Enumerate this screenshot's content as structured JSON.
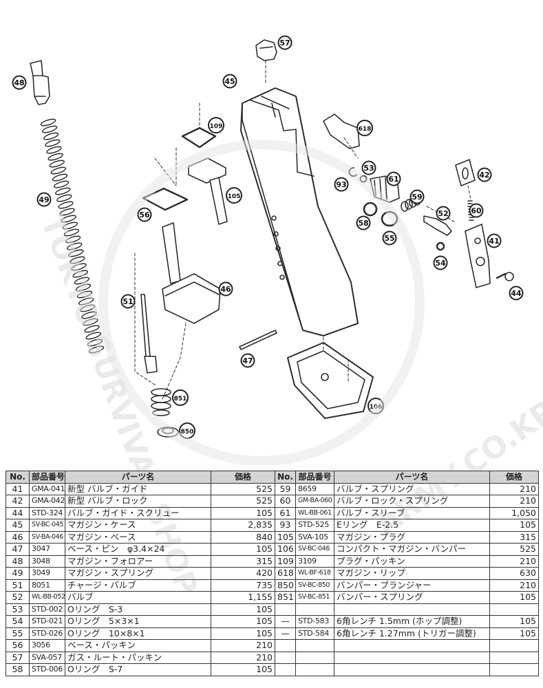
{
  "callouts": [
    {
      "id": "48",
      "text": "48"
    },
    {
      "id": "49",
      "text": "49"
    },
    {
      "id": "45",
      "text": "45"
    },
    {
      "id": "57",
      "text": "57"
    },
    {
      "id": "109",
      "text": "109"
    },
    {
      "id": "105",
      "text": "105"
    },
    {
      "id": "56",
      "text": "56"
    },
    {
      "id": "46",
      "text": "46"
    },
    {
      "id": "51",
      "text": "51"
    },
    {
      "id": "851",
      "text": "851"
    },
    {
      "id": "850",
      "text": "850"
    },
    {
      "id": "47",
      "text": "47"
    },
    {
      "id": "106",
      "text": "106"
    },
    {
      "id": "618",
      "text": "618"
    },
    {
      "id": "93",
      "text": "93"
    },
    {
      "id": "53",
      "text": "53"
    },
    {
      "id": "61",
      "text": "61"
    },
    {
      "id": "58",
      "text": "58"
    },
    {
      "id": "55",
      "text": "55"
    },
    {
      "id": "59",
      "text": "59"
    },
    {
      "id": "52",
      "text": "52"
    },
    {
      "id": "54",
      "text": "54"
    },
    {
      "id": "42",
      "text": "42"
    },
    {
      "id": "60",
      "text": "60"
    },
    {
      "id": "41",
      "text": "41"
    },
    {
      "id": "44",
      "text": "44"
    }
  ],
  "watermark": {
    "left_text": "TOKYO SURVIVAL SHOP",
    "right_text": "ARMY.CO.KR"
  },
  "table": {
    "headers": [
      "No.",
      "部品番号",
      "パーツ名",
      "価格",
      "No.",
      "部品番号",
      "パーツ名",
      "価格"
    ],
    "rows": [
      {
        "l": [
          "41",
          "GMA-041",
          "新型 バルブ・ガイド",
          "525"
        ],
        "r": [
          "59",
          "8659",
          "バルブ・スプリング",
          "210"
        ]
      },
      {
        "l": [
          "42",
          "GMA-042",
          "新型 バルブ・ロック",
          "525"
        ],
        "r": [
          "60",
          "GM-BA-060",
          "バルブ・ロック・スプリング",
          "210"
        ]
      },
      {
        "l": [
          "44",
          "STD-324",
          "バルブ・ガイド・スクリュー",
          "105"
        ],
        "r": [
          "61",
          "WL-BB-061",
          "バルブ・スリーブ",
          "1,050"
        ]
      },
      {
        "l": [
          "45",
          "SV-BC-045",
          "マガジン・ケース",
          "2,835"
        ],
        "r": [
          "93",
          "STD-525",
          "Eリング　E-2.5",
          "105"
        ]
      },
      {
        "l": [
          "46",
          "SV-BA-046",
          "マガジン・ベース",
          "840"
        ],
        "r": [
          "105",
          "SVA-105",
          "マガジン・プラグ",
          "315"
        ]
      },
      {
        "l": [
          "47",
          "3047",
          "ベース・ピン　φ3.4×24",
          "105"
        ],
        "r": [
          "106",
          "SV-BC-046",
          "コンパクト・マガジン・バンパー",
          "525"
        ]
      },
      {
        "l": [
          "48",
          "3048",
          "マガジン・フォロアー",
          "315"
        ],
        "r": [
          "109",
          "3109",
          "プラグ・パッキン",
          "210"
        ]
      },
      {
        "l": [
          "49",
          "3049",
          "マガジン・スプリング",
          "420"
        ],
        "r": [
          "618",
          "WL-BF-618",
          "マガジン・リップ",
          "630"
        ]
      },
      {
        "l": [
          "51",
          "8051",
          "チャージ・バルブ",
          "735"
        ],
        "r": [
          "850",
          "SV-BC-850",
          "バンパー・プランジャー",
          "210"
        ]
      },
      {
        "l": [
          "52",
          "WL-BB-052",
          "バルブ",
          "1,155"
        ],
        "r": [
          "851",
          "SV-BC-851",
          "バンパー・スプリング",
          "105"
        ]
      },
      {
        "l": [
          "53",
          "STD-002",
          "Oリング　S-3",
          "105"
        ],
        "r": [
          "",
          "",
          "",
          ""
        ]
      },
      {
        "l": [
          "54",
          "STD-021",
          "Oリング　5×3×1",
          "105"
        ],
        "r": [
          "—",
          "STD-583",
          "6角レンチ 1.5mm (ホップ調整)",
          "105"
        ]
      },
      {
        "l": [
          "55",
          "STD-026",
          "Oリング　10×8×1",
          "105"
        ],
        "r": [
          "—",
          "STD-584",
          "6角レンチ 1.27mm (トリガー調整)",
          "105"
        ]
      },
      {
        "l": [
          "56",
          "3056",
          "ベース・パッキン",
          "210"
        ],
        "r": [
          "",
          "",
          "",
          ""
        ]
      },
      {
        "l": [
          "57",
          "SVA-057",
          "ガス・ルート・パッキン",
          "210"
        ],
        "r": [
          "",
          "",
          "",
          ""
        ]
      },
      {
        "l": [
          "58",
          "STD-006",
          "Oリング　S-7",
          "105"
        ],
        "r": [
          "",
          "",
          "",
          ""
        ]
      }
    ]
  }
}
